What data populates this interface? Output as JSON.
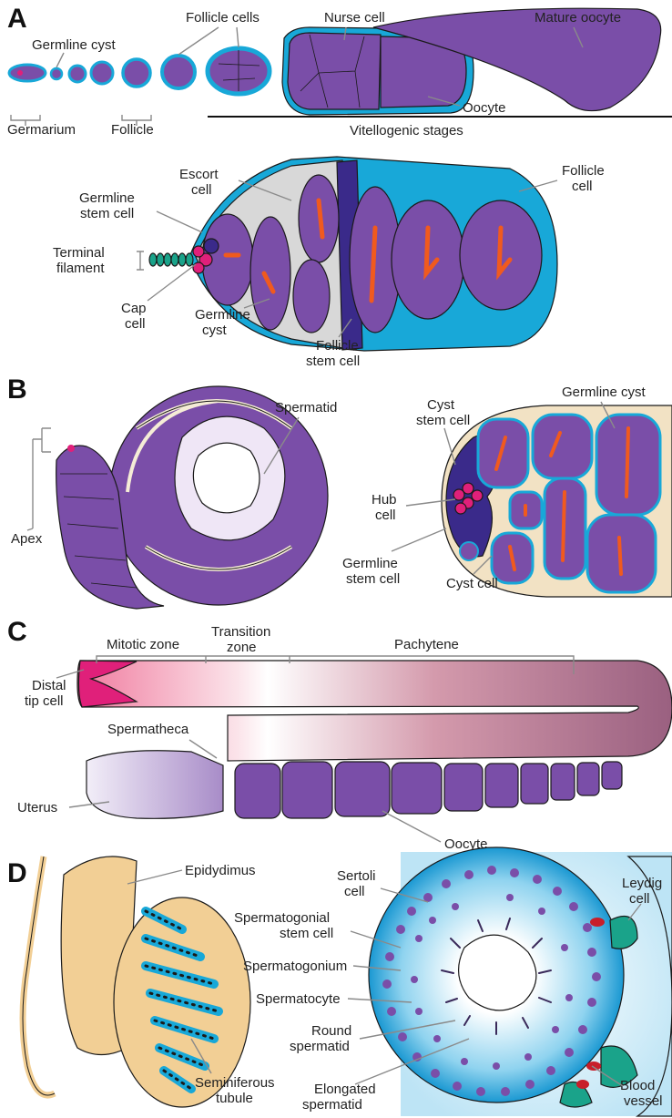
{
  "colors": {
    "purple": "#7a4ea8",
    "cyan": "#18a8d8",
    "dark_purple": "#3a2a8a",
    "magenta": "#e0207a",
    "orange": "#f05a1e",
    "teal": "#1aa38a",
    "tan": "#f2cf95",
    "pink": "#f08aa8",
    "mauve": "#9a6080"
  },
  "panels": {
    "A": {
      "letter": "A",
      "labels": {
        "germline_cyst": "Germline cyst",
        "follicle_cells": "Follicle cells",
        "nurse_cell": "Nurse cell",
        "mature_oocyte": "Mature oocyte",
        "germarium": "Germarium",
        "follicle": "Follicle",
        "oocyte": "Oocyte",
        "vitellogenic_stages": "Vitellogenic stages",
        "escort_cell": [
          "Escort",
          "cell"
        ],
        "follicle_cell": [
          "Follicle",
          "cell"
        ],
        "germline_stem_cell": [
          "Germline",
          "stem cell"
        ],
        "terminal_filament": [
          "Terminal",
          "filament"
        ],
        "cap_cell": [
          "Cap",
          "cell"
        ],
        "germline_cyst_2": [
          "Germline",
          "cyst"
        ],
        "follicle_stem_cell": [
          "Follicle",
          "stem cell"
        ]
      }
    },
    "B": {
      "letter": "B",
      "labels": {
        "spermatid": "Spermatid",
        "apex": "Apex",
        "cyst_stem_cell": [
          "Cyst",
          "stem cell"
        ],
        "germline_cyst": "Germline cyst",
        "hub_cell": [
          "Hub",
          "cell"
        ],
        "germline_stem_cell": [
          "Germline",
          "stem cell"
        ],
        "cyst_cell": "Cyst cell"
      }
    },
    "C": {
      "letter": "C",
      "labels": {
        "mitotic_zone": "Mitotic zone",
        "transition_zone": [
          "Transition",
          "zone"
        ],
        "pachytene": "Pachytene",
        "distal_tip_cell": [
          "Distal",
          "tip cell"
        ],
        "spermatheca": "Spermatheca",
        "uterus": "Uterus",
        "oocyte": "Oocyte"
      }
    },
    "D": {
      "letter": "D",
      "labels": {
        "epidydimus": "Epidydimus",
        "seminiferous_tubule": [
          "Seminiferous",
          "tubule"
        ],
        "sertoli_cell": [
          "Sertoli",
          "cell"
        ],
        "leydig_cell": [
          "Leydig",
          "cell"
        ],
        "spermatogonial_stem_cell": [
          "Spermatogonial",
          "stem cell"
        ],
        "spermatogonium": "Spermatogonium",
        "spermatocyte": "Spermatocyte",
        "round_spermatid": [
          "Round",
          "spermatid"
        ],
        "elongated_spermatid": [
          "Elongated",
          "spermatid"
        ],
        "blood_vessel": [
          "Blood",
          "vessel"
        ]
      }
    }
  }
}
